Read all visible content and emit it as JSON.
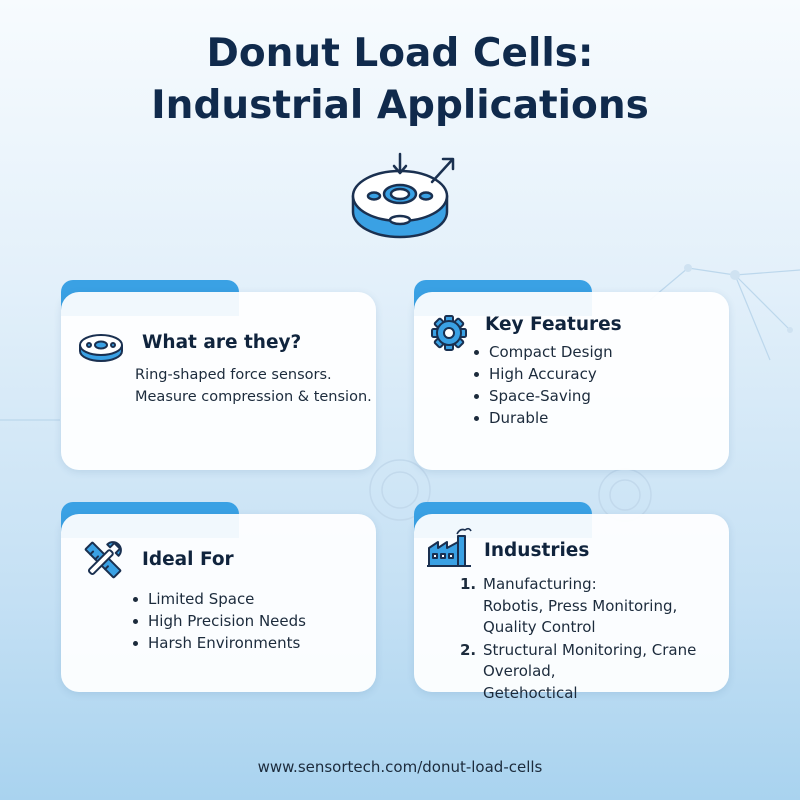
{
  "title": {
    "line1": "Donut Load Cells:",
    "line2": "Industrial Applications"
  },
  "cards": {
    "what": {
      "heading": "What are they?",
      "icon": "donut-load-cell-icon",
      "lines": [
        "Ring-shaped force sensors.",
        "Measure compression & tension."
      ]
    },
    "features": {
      "heading": "Key Features",
      "icon": "gear-icon",
      "items": [
        "Compact Design",
        "High Accuracy",
        "Space-Saving",
        "Durable"
      ]
    },
    "ideal": {
      "heading": "Ideal For",
      "icon": "wrench-ruler-icon",
      "items": [
        "Limited Space",
        "High Precision Needs",
        "Harsh Environments"
      ]
    },
    "industries": {
      "heading": "Industries",
      "icon": "factory-icon",
      "items": [
        {
          "number": "1.",
          "lines": [
            "Manufacturing:",
            "Robotis, Press Monitoring,",
            "Quality Control"
          ]
        },
        {
          "number": "2.",
          "lines": [
            "Structural Monitoring, Crane Overolad,",
            "Getehoctical"
          ]
        }
      ]
    }
  },
  "footer": {
    "url": "www.sensortech.com/donut-load-cells"
  },
  "colors": {
    "accent": "#3aa1e4",
    "title": "#102a4c",
    "icon_stroke": "#1a3050"
  }
}
